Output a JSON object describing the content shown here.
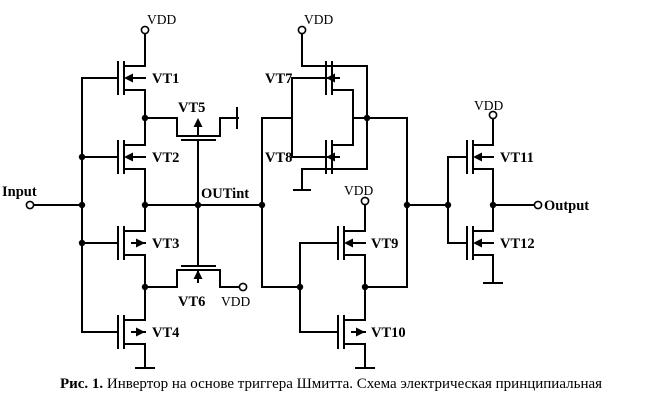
{
  "supply_label": "VDD",
  "ports": {
    "input": "Input",
    "output": "Output",
    "internal": "OUTint"
  },
  "transistors": [
    "VT1",
    "VT2",
    "VT3",
    "VT4",
    "VT5",
    "VT6",
    "VT7",
    "VT8",
    "VT9",
    "VT10",
    "VT11",
    "VT12"
  ],
  "caption": {
    "prefix": "Рис. 1.",
    "text": " Инвертор на основе триггера Шмитта. Схема электрическая принципиальная"
  }
}
